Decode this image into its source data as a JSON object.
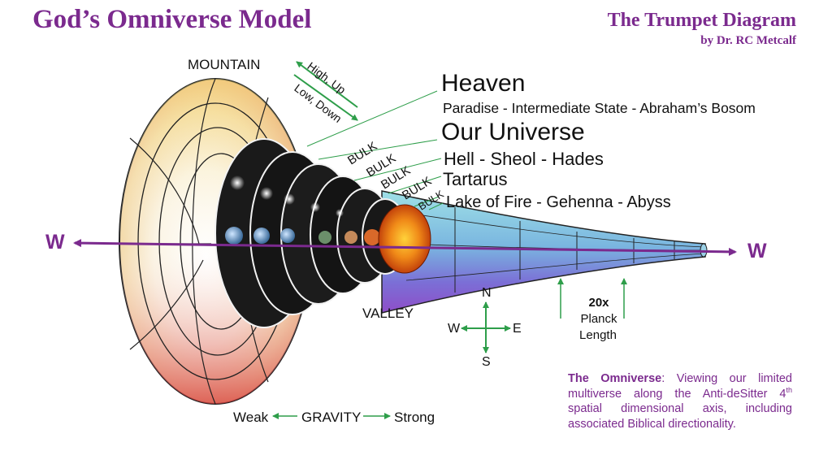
{
  "title": "God’s Omniverse Model",
  "subtitle": "The Trumpet Diagram",
  "byline": "by Dr. RC Metcalf",
  "labels": {
    "mountain": "MOUNTAIN",
    "valley": "VALLEY",
    "heaven": "Heaven",
    "paradise": "Paradise - Intermediate State -  Abraham’s Bosom",
    "our_universe": "Our Universe",
    "hell": "Hell - Sheol - Hades",
    "tartarus": "Tartarus",
    "lake_of_fire": "Lake of Fire - Gehenna - Abyss",
    "high_up": "High, Up",
    "low_down": "Low, Down",
    "bulk": [
      "BULK",
      "BULK",
      "BULK",
      "BULK",
      "BULK"
    ],
    "w_left": "W",
    "w_right": "W"
  },
  "compass": {
    "n": "N",
    "s": "S",
    "w": "W",
    "e": "E"
  },
  "planck": {
    "multiplier": "20x",
    "word1": "Planck",
    "word2": "Length"
  },
  "gravity": {
    "weak": "Weak",
    "label": "GRAVITY",
    "strong": "Strong"
  },
  "caption": {
    "lead": "The Omniverse",
    "colon": ":  ",
    "text_before": "Viewing our limited multiverse along the Anti-deSitter 4",
    "sup": "th",
    "text_after": " spatial dimensional axis, including associated Biblical directionality."
  },
  "colors": {
    "accent": "#7b2a8e",
    "arrow_green": "#2e9e4a",
    "tube": "#7ab6e0",
    "fire": "#e05a10"
  }
}
